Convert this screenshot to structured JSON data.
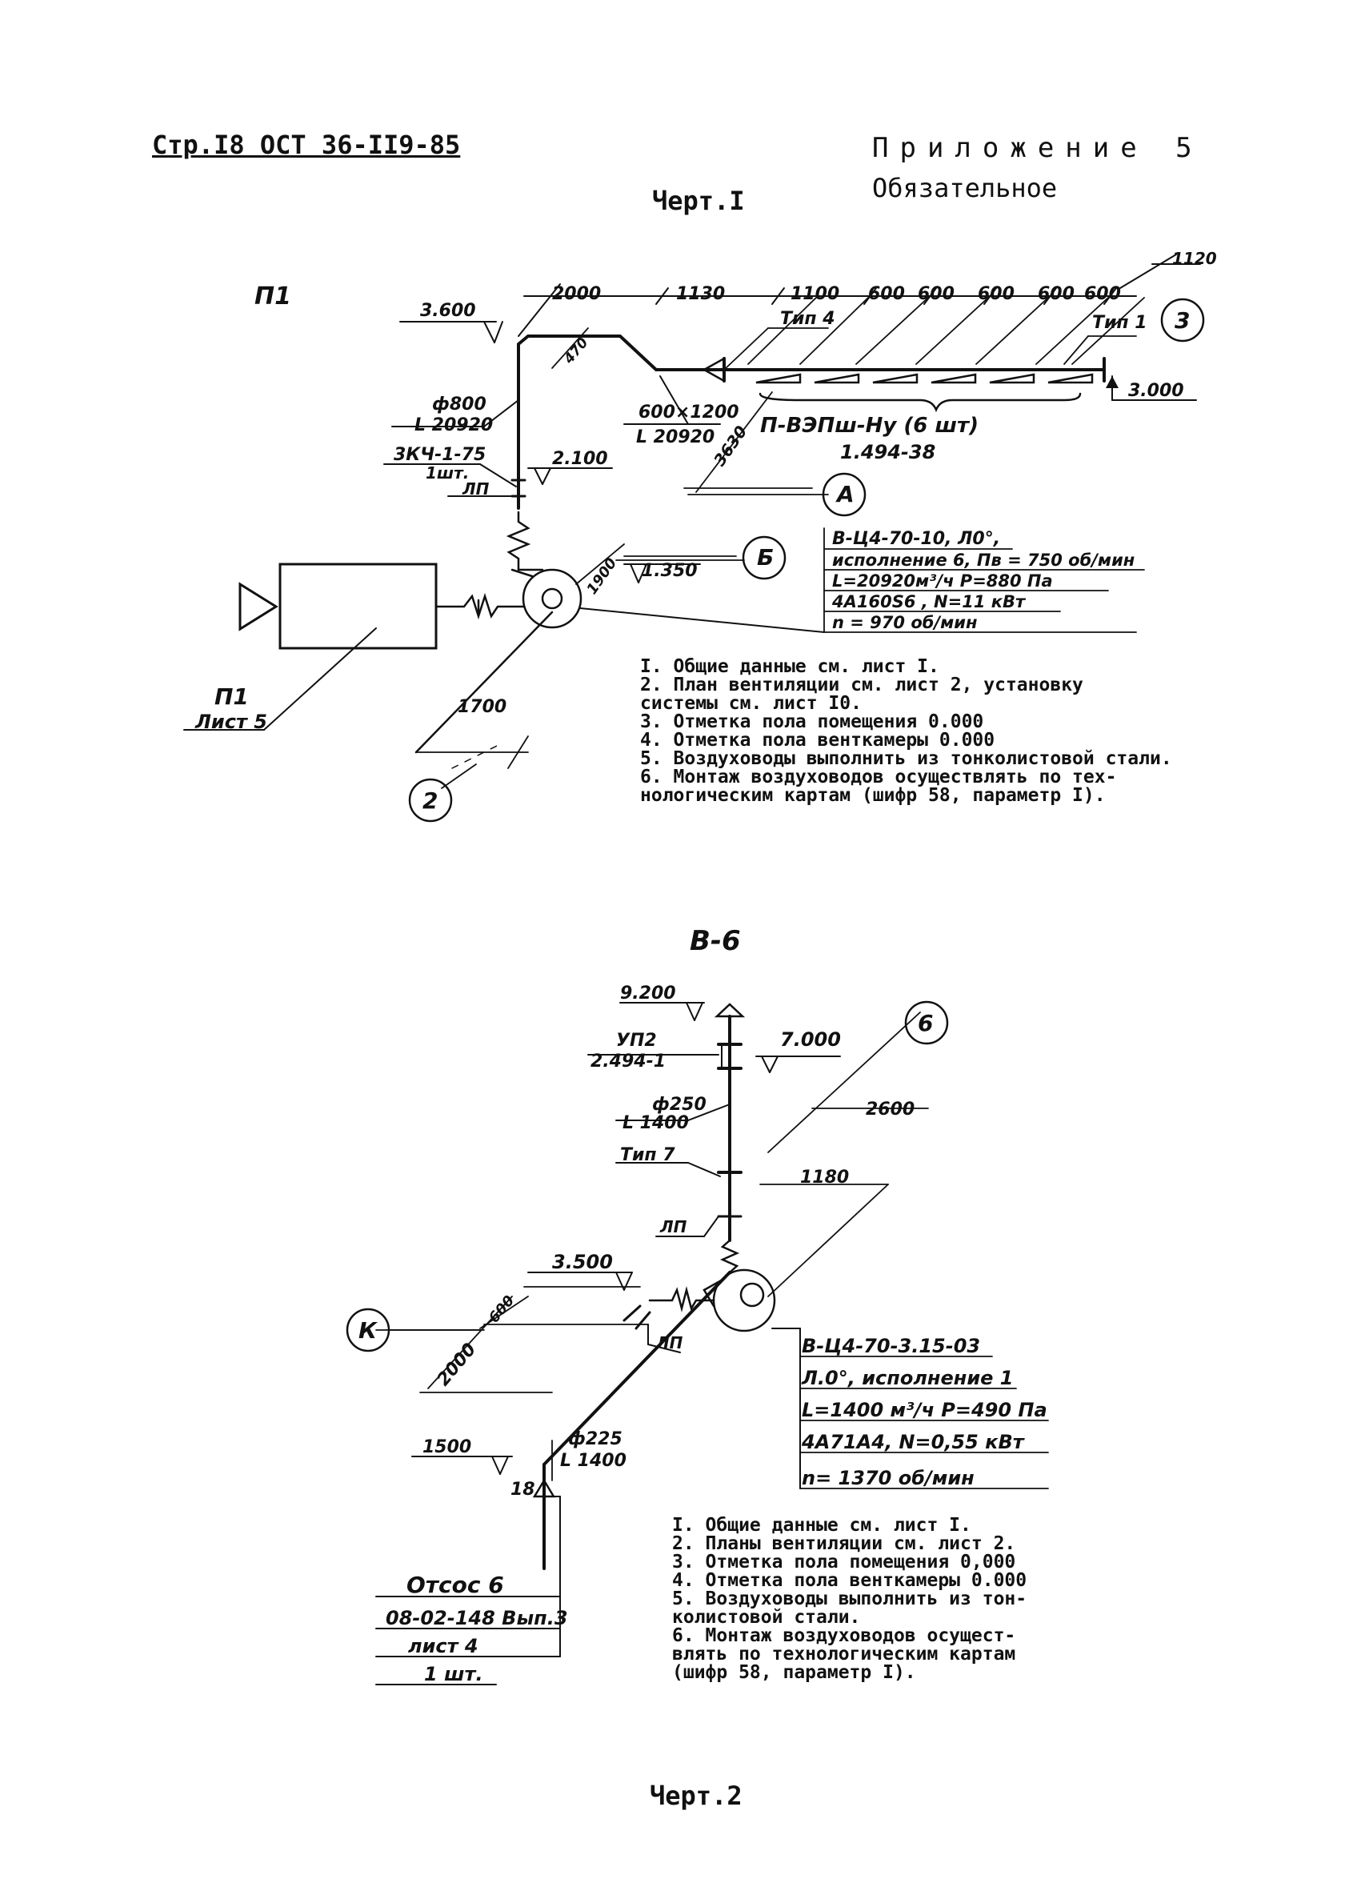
{
  "header": {
    "left": "Стр.I8  ОСТ 36-II9-85",
    "right": "Приложение 5",
    "sub": "Обязательное"
  },
  "figure1": {
    "title": "Черт.I",
    "system_name": "П1",
    "unit_label": "П1",
    "unit_sheet": "Лист 5",
    "elevations": [
      "3.600",
      "2.100",
      "1.350",
      "3.000"
    ],
    "dims_top": [
      "2000",
      "1130",
      "1100",
      "600",
      "600",
      "600",
      "600",
      "600",
      "1120"
    ],
    "dim_470": "470",
    "dim_3630": "3630",
    "dim_1900": "1900",
    "dim_1700": "1700",
    "type_labels": [
      "Тип 4",
      "Тип 1"
    ],
    "duct_round": [
      "ф800",
      "L 20920"
    ],
    "duct_rect": [
      "600×1200",
      "L 20920"
    ],
    "damper": [
      "3КЧ-1-75",
      "1шт."
    ],
    "lp": "ЛП",
    "grille": [
      "П-ВЭПш-Ну (6 шт)",
      "1.494-38"
    ],
    "axes": [
      "3",
      "А",
      "Б",
      "2"
    ],
    "fan_spec": [
      "В-Ц4-70-10, Л0°,",
      "исполнение 6, Пв = 750 об/мин",
      "L=20920м³/ч  Р=880 Па",
      "4А160S6 , N=11 кВт",
      "n = 970 об/мин"
    ],
    "notes": [
      "I. Общие данные см. лист I.",
      "2. План вентиляции см. лист 2, установку",
      "системы см. лист I0.",
      "3. Отметка пола помещения 0.000",
      "4. Отметка пола венткамеры 0.000",
      "5. Воздуховоды выполнить из тонколистовой стали.",
      "6. Монтаж воздуховодов осуществлять по тех-",
      "нологическим картам (шифр 58, параметр I)."
    ]
  },
  "figure2": {
    "system_name": "В-6",
    "title": "Черт.2",
    "elevations": [
      "9.200",
      "7.000",
      "3.500",
      "1500"
    ],
    "cap": [
      "УП2",
      "2.494-1"
    ],
    "duct_top": [
      "ф250",
      "L 1400"
    ],
    "type_label": "Тип 7",
    "lp": [
      "ЛП",
      "ЛП"
    ],
    "dims": [
      "2600",
      "1180",
      "600",
      "2000"
    ],
    "duct_bottom": [
      "ф225",
      "L 1400"
    ],
    "item_no": "18",
    "axes": [
      "6",
      "К"
    ],
    "suction_box": [
      "Отсос 6",
      "08-02-148 Вып.3",
      "лист 4",
      "1 шт."
    ],
    "fan_spec": [
      "В-Ц4-70-3.15-03",
      "Л.0°, исполнение 1",
      "L=1400 м³/ч  Р=490 Па",
      "4А71А4, N=0,55 кВт",
      "n= 1370 об/мин"
    ],
    "notes": [
      "I. Общие данные см. лист I.",
      "2. Планы вентиляции см. лист 2.",
      "3. Отметка пола помещения 0,000",
      "4. Отметка пола венткамеры 0.000",
      "5. Воздуховоды выполнить из тон-",
      "колистовой стали.",
      "6. Монтаж воздуховодов осущест-",
      "влять по технологическим картам",
      "(шифр 58, параметр I)."
    ]
  }
}
